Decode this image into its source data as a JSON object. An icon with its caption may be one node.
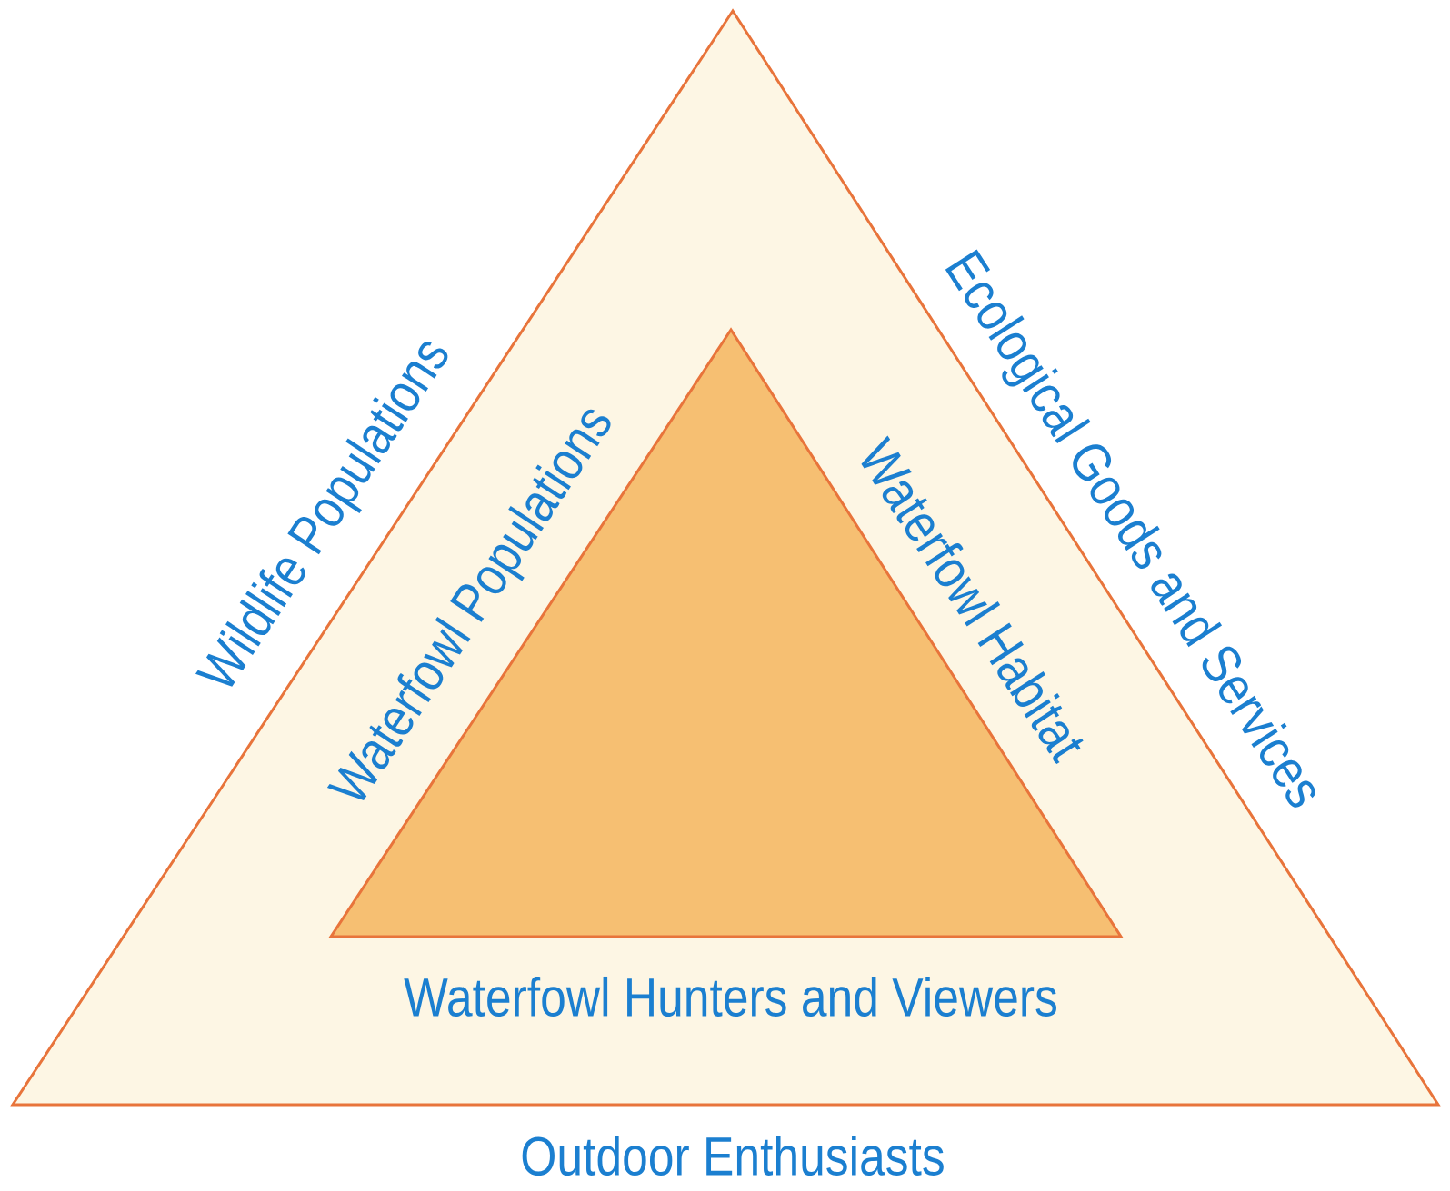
{
  "diagram": {
    "nodes": [
      {
        "text": [
          "Wildlife Populations",
          "Ecological Goods and Services",
          "Outdoor Enthusiasts"
        ]
      },
      {
        "text": [
          "Waterfowl Populations",
          "Waterfowl Habitat",
          "Waterfowl Hunters and Viewers"
        ],
        "in": 0
      }
    ]
  }
}
